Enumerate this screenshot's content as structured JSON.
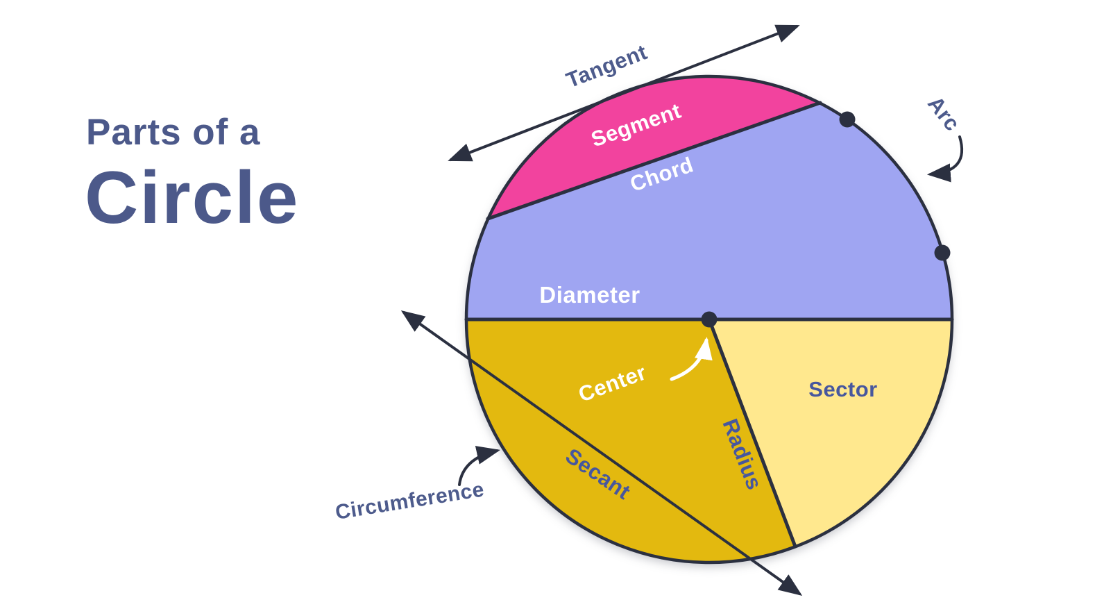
{
  "title": {
    "line1": "Parts of a",
    "line2": "Circle"
  },
  "diagram": {
    "labels": {
      "tangent": "Tangent",
      "segment": "Segment",
      "chord": "Chord",
      "arc": "Arc",
      "diameter": "Diameter",
      "center": "Center",
      "radius": "Radius",
      "sector": "Sector",
      "secant": "Secant",
      "circumference": "Circumference"
    }
  },
  "colors": {
    "segment-pink": "#F2439E",
    "upper-periwinkle": "#9FA5F2",
    "lower-mustard": "#E3B90F",
    "sector-yellow": "#FFE88E",
    "line-dark": "#2B3040",
    "label-blue": "#4D5B8C",
    "label-indigo": "#47579E",
    "title-blue": "#4C598A",
    "white": "#FFFFFF",
    "background": "#FFFFFF"
  }
}
